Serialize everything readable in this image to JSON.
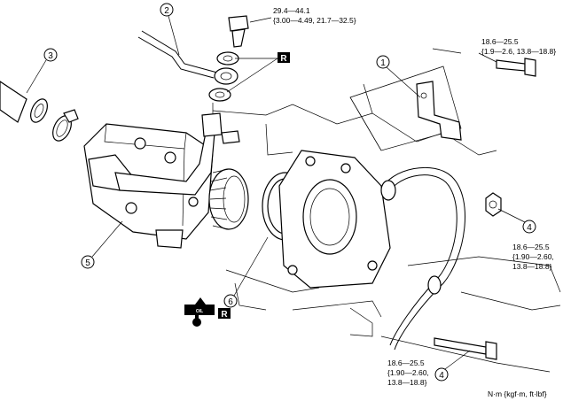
{
  "callouts": {
    "c1": "1",
    "c2": "2",
    "c3": "3",
    "c4a": "4",
    "c4b": "4",
    "c5": "5",
    "c6": "6"
  },
  "r_marks": {
    "top": "R",
    "bottom": "R"
  },
  "oil_icon_text": "OIL",
  "torque": {
    "banjo_bolt": {
      "line1": "29.4—44.1",
      "line2": "{3.00—4.49, 21.7—32.5}"
    },
    "bracket_bolt": {
      "line1": "18.6—25.5",
      "line2": "{1.9—2.6, 13.8—18.8}"
    },
    "nut": {
      "line1": "18.6—25.5",
      "line2": "{1.90—2.60,",
      "line3": "13.8—18.8}"
    },
    "pump_bolt": {
      "line1": "18.6—25.5",
      "line2": "{1.90—2.60,",
      "line3": "13.8—18.8}"
    }
  },
  "units": "N·m {kgf·m, ft·lbf}"
}
